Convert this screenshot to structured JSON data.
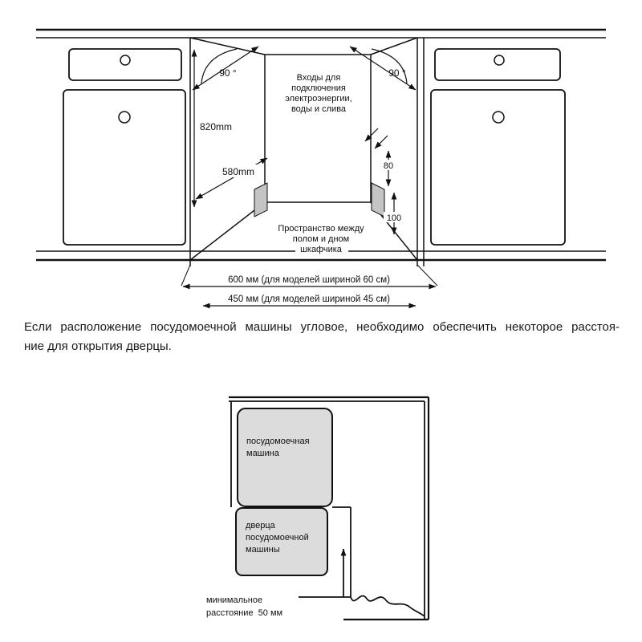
{
  "colors": {
    "line": "#111111",
    "plinth_gray": "#c4c4c4",
    "appliance_gray": "#dcdcdc"
  },
  "top_diagram": {
    "angle_left": "90 °",
    "angle_right": "90 °",
    "inputs_lines": [
      "Входы для",
      "подключения",
      "электроэнергии,",
      "воды и слива"
    ],
    "height_label": "820mm",
    "depth_label": "580mm",
    "dim_80": "80",
    "dim_100": "100",
    "space_lines": [
      "Пространство между",
      "полом и дном",
      "шкафчика"
    ],
    "width_600": "600 мм (для моделей шириной 60 см)",
    "width_450": "450 мм (для моделей шириной 45 см)"
  },
  "note": {
    "line1": "Если расположение посудомоечной машины угловое, необходимо обеспечить некоторое расстоя-",
    "line2": "ние для открытия дверцы."
  },
  "corner_diagram": {
    "dishwasher_lines": [
      "посудомоечная",
      "машина"
    ],
    "door_lines": [
      "дверца",
      "посудомоечной",
      "машины"
    ],
    "distance_lines": [
      "минимальное",
      "расстояние  50 мм"
    ]
  }
}
